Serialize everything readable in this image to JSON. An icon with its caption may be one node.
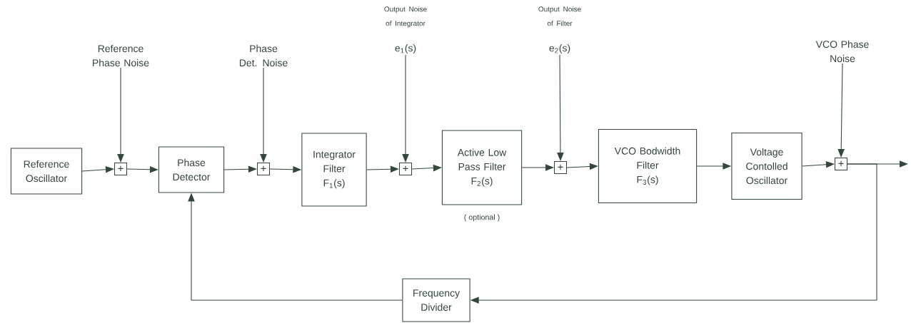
{
  "diagram": {
    "nodes": [
      {
        "text": [
          "Reference Oscillator"
        ]
      },
      {
        "text": [
          "+"
        ]
      },
      {
        "text": [
          "Phase Detector"
        ]
      },
      {
        "text": [
          "+"
        ]
      },
      {
        "text": [
          "Integrator Filter",
          "F$_{1}$(s)"
        ]
      },
      {
        "text": [
          "+"
        ]
      },
      {
        "text": [
          "Active Low Pass Filter",
          "F$_{2}$(s)"
        ],
        "beside": [
          "( optional )"
        ]
      },
      {
        "text": [
          "+"
        ]
      },
      {
        "text": [
          "VCO Bodwidth Filter",
          "F$_{3}$(s)"
        ]
      },
      {
        "text": [
          "Voltage Contolled Oscillator"
        ]
      },
      {
        "text": [
          "+"
        ]
      },
      {
        "text": [
          "Frequency Divider"
        ]
      },
      {
        "text": [
          "Reference Phase Noise"
        ]
      },
      {
        "text": [
          "Phase Det. Noise"
        ]
      },
      {
        "text": [
          "Output Noise of Integrator",
          "e$_{1}$(s)"
        ]
      },
      {
        "text": [
          "Output Noise of Filter",
          "e$_{2}$(s)"
        ]
      },
      {
        "text": [
          "VCO Phase Noise"
        ]
      }
    ],
    "edges": [
      {
        "from": 0,
        "to": 1,
        "arrow": "to"
      },
      {
        "from": 1,
        "to": 2,
        "arrow": "to"
      },
      {
        "from": 2,
        "to": 3,
        "arrow": "to"
      },
      {
        "from": 3,
        "to": 4,
        "arrow": "to"
      },
      {
        "from": 4,
        "to": 5,
        "arrow": "to"
      },
      {
        "from": 5,
        "to": 6,
        "arrow": "to"
      },
      {
        "from": 6,
        "to": 7,
        "arrow": "to"
      },
      {
        "from": 7,
        "to": 8,
        "arrow": "to"
      },
      {
        "from": 8,
        "to": 9,
        "arrow": "to"
      },
      {
        "from": 9,
        "to": 10,
        "arrow": "to"
      },
      {
        "from": 10,
        "to": null,
        "arrow": "to"
      },
      {
        "from": 10,
        "to": 11,
        "arrow": "to"
      },
      {
        "from": 11,
        "to": 2,
        "arrow": "to"
      },
      {
        "from": 12,
        "to": 1,
        "arrow": "to"
      },
      {
        "from": 13,
        "to": 3,
        "arrow": "to"
      },
      {
        "from": 14,
        "to": 5,
        "arrow": "to"
      },
      {
        "from": 15,
        "to": 7,
        "arrow": "to"
      },
      {
        "from": 16,
        "to": 10,
        "arrow": "to"
      }
    ]
  }
}
